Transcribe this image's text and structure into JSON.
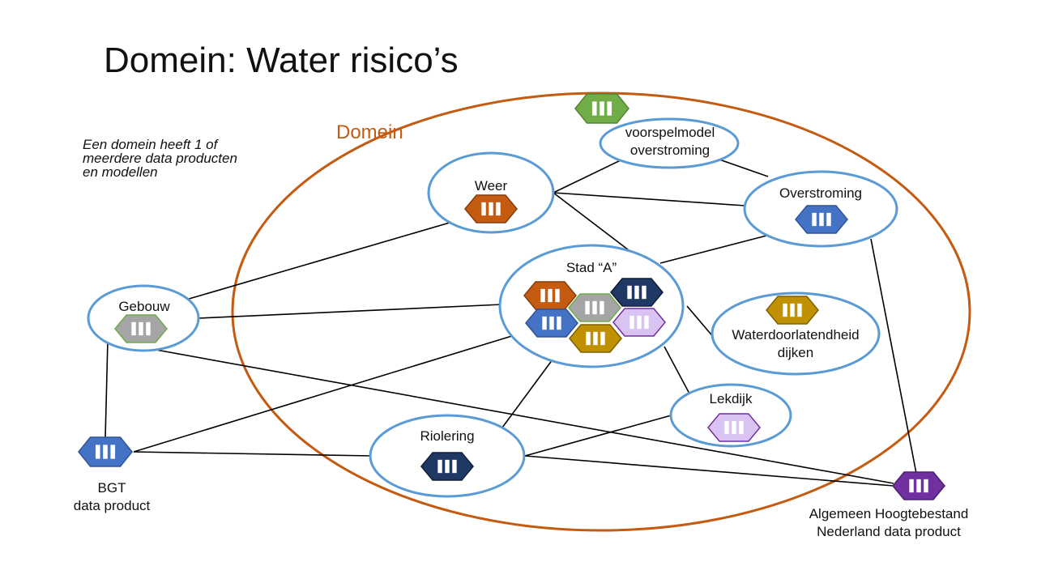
{
  "title": "Domein: Water risico’s",
  "note": "Een domein heeft 1 of meerdere data producten en modellen",
  "domain_label": "Domein",
  "colors": {
    "domain_ellipse": "#c55a11",
    "node_border": "#5b9bd5",
    "edges": "#000000",
    "green": "#70ad47",
    "orange": "#c55a11",
    "blue": "#4472c4",
    "navy": "#1f3864",
    "gray": "#a5a5a5",
    "olive": "#bf9000",
    "lavender": "#d9c3f2",
    "purple": "#7030a0"
  },
  "nodes": {
    "voorspelmodel": {
      "line1": "voorspelmodel",
      "line2": "overstroming",
      "icon": "green"
    },
    "weer": {
      "label": "Weer",
      "icon": "orange"
    },
    "overstroming": {
      "label": "Overstroming",
      "icon": "blue"
    },
    "stad": {
      "label": "Stad “A”",
      "icons": [
        "orange",
        "navy",
        "gray",
        "blue",
        "lavender",
        "olive"
      ]
    },
    "gebouw": {
      "label": "Gebouw",
      "icon": "gray"
    },
    "waterdoorlatendheid": {
      "line1": "Waterdoorlatendheid",
      "line2": "dijken",
      "icon": "olive"
    },
    "lekdijk": {
      "label": "Lekdijk",
      "icon": "lavender"
    },
    "riolering": {
      "label": "Riolering",
      "icon": "navy"
    },
    "bgt": {
      "line1": "BGT",
      "line2": "data product",
      "icon": "blue"
    },
    "ahn": {
      "line1": "Algemeen Hoogtebestand",
      "line2": "Nederland data product",
      "icon": "purple"
    }
  }
}
